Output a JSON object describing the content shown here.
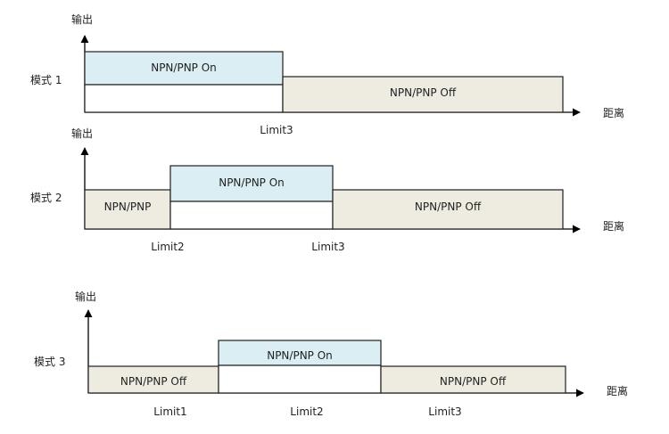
{
  "panels": [
    {
      "mode_label": "模式 1",
      "y_axis_label": "输出",
      "x_axis_label": "距离",
      "regions": [
        {
          "text": "NPN/PNP On",
          "level": "high",
          "color": "#daeef3"
        },
        {
          "text": "NPN/PNP Off",
          "level": "low",
          "color": "#eeece1"
        }
      ],
      "limits": [
        "Limit3"
      ]
    },
    {
      "mode_label": "模式 2",
      "y_axis_label": "输出",
      "x_axis_label": "距离",
      "regions": [
        {
          "text": "NPN/PNP",
          "level": "low",
          "color": "#eeece1"
        },
        {
          "text": "NPN/PNP On",
          "level": "high",
          "color": "#daeef3"
        },
        {
          "text": "NPN/PNP Off",
          "level": "low",
          "color": "#eeece1"
        }
      ],
      "limits": [
        "Limit2",
        "Limit3"
      ]
    },
    {
      "mode_label": "模式 3",
      "y_axis_label": "输出",
      "x_axis_label": "距离",
      "regions": [
        {
          "text": "NPN/PNP Off",
          "level": "low",
          "color": "#eeece1"
        },
        {
          "text": "NPN/PNP On",
          "level": "high",
          "color": "#daeef3"
        },
        {
          "text": "NPN/PNP Off",
          "level": "low",
          "color": "#eeece1"
        }
      ],
      "limits": [
        "Limit1",
        "Limit2",
        "Limit3"
      ]
    }
  ]
}
